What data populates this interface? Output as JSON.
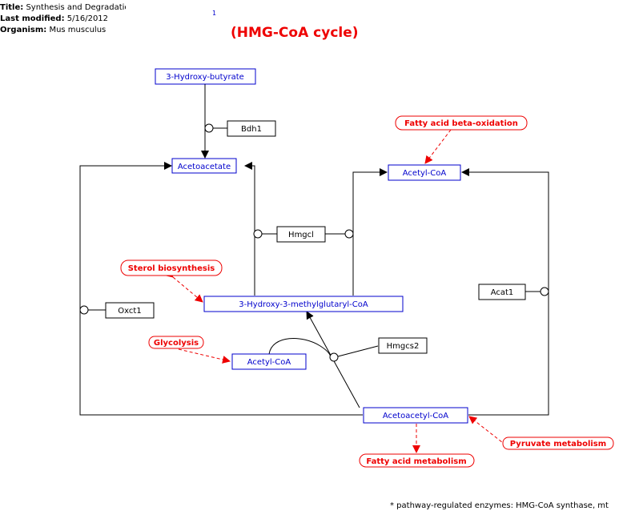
{
  "header": {
    "title_label": "Title:",
    "title_value": "Synthesis and Degradation of Ke",
    "modified_label": "Last modified:",
    "modified_value": "5/16/2012",
    "organism_label": "Organism:",
    "organism_value": "Mus musculus",
    "footnote_mark": "1"
  },
  "subtitle": "(HMG-CoA cycle)",
  "footer": "* pathway-regulated enzymes: HMG-CoA synthase, mt",
  "colors": {
    "metabolite": "#0000cc",
    "pathway": "#ee0000",
    "gene": "#000000"
  },
  "metabolites": {
    "hydroxybutyrate": "3-Hydroxy-butyrate",
    "acetoacetate": "Acetoacetate",
    "acetylcoa_top": "Acetyl-CoA",
    "hmgcoa": "3-Hydroxy-3-methylglutaryl-CoA",
    "acetylcoa_mid": "Acetyl-CoA",
    "acetoacetylcoa": "Acetoacetyl-CoA"
  },
  "genes": {
    "bdh1": "Bdh1",
    "hmgcl": "Hmgcl",
    "oxct1": "Oxct1",
    "acat1": "Acat1",
    "hmgcs2": "Hmgcs2"
  },
  "pathways": {
    "fatty_acid_beta_oxidation": "Fatty acid beta-oxidation",
    "sterol_biosynthesis": "Sterol biosynthesis",
    "glycolysis": "Glycolysis",
    "pyruvate_metabolism": "Pyruvate metabolism",
    "fatty_acid_metabolism": "Fatty acid metabolism"
  }
}
